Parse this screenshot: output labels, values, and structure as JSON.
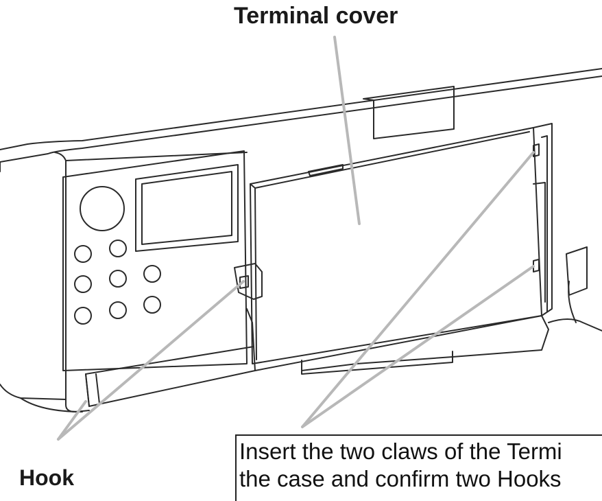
{
  "labels": {
    "terminal_cover": "Terminal cover",
    "hook": "Hook"
  },
  "note": {
    "line1": "Insert the two claws of the Termi",
    "line2": "the case and confirm two Hooks"
  },
  "colors": {
    "line": "#2a2a2a",
    "leader": "#b8b8b8",
    "background": "#ffffff"
  }
}
